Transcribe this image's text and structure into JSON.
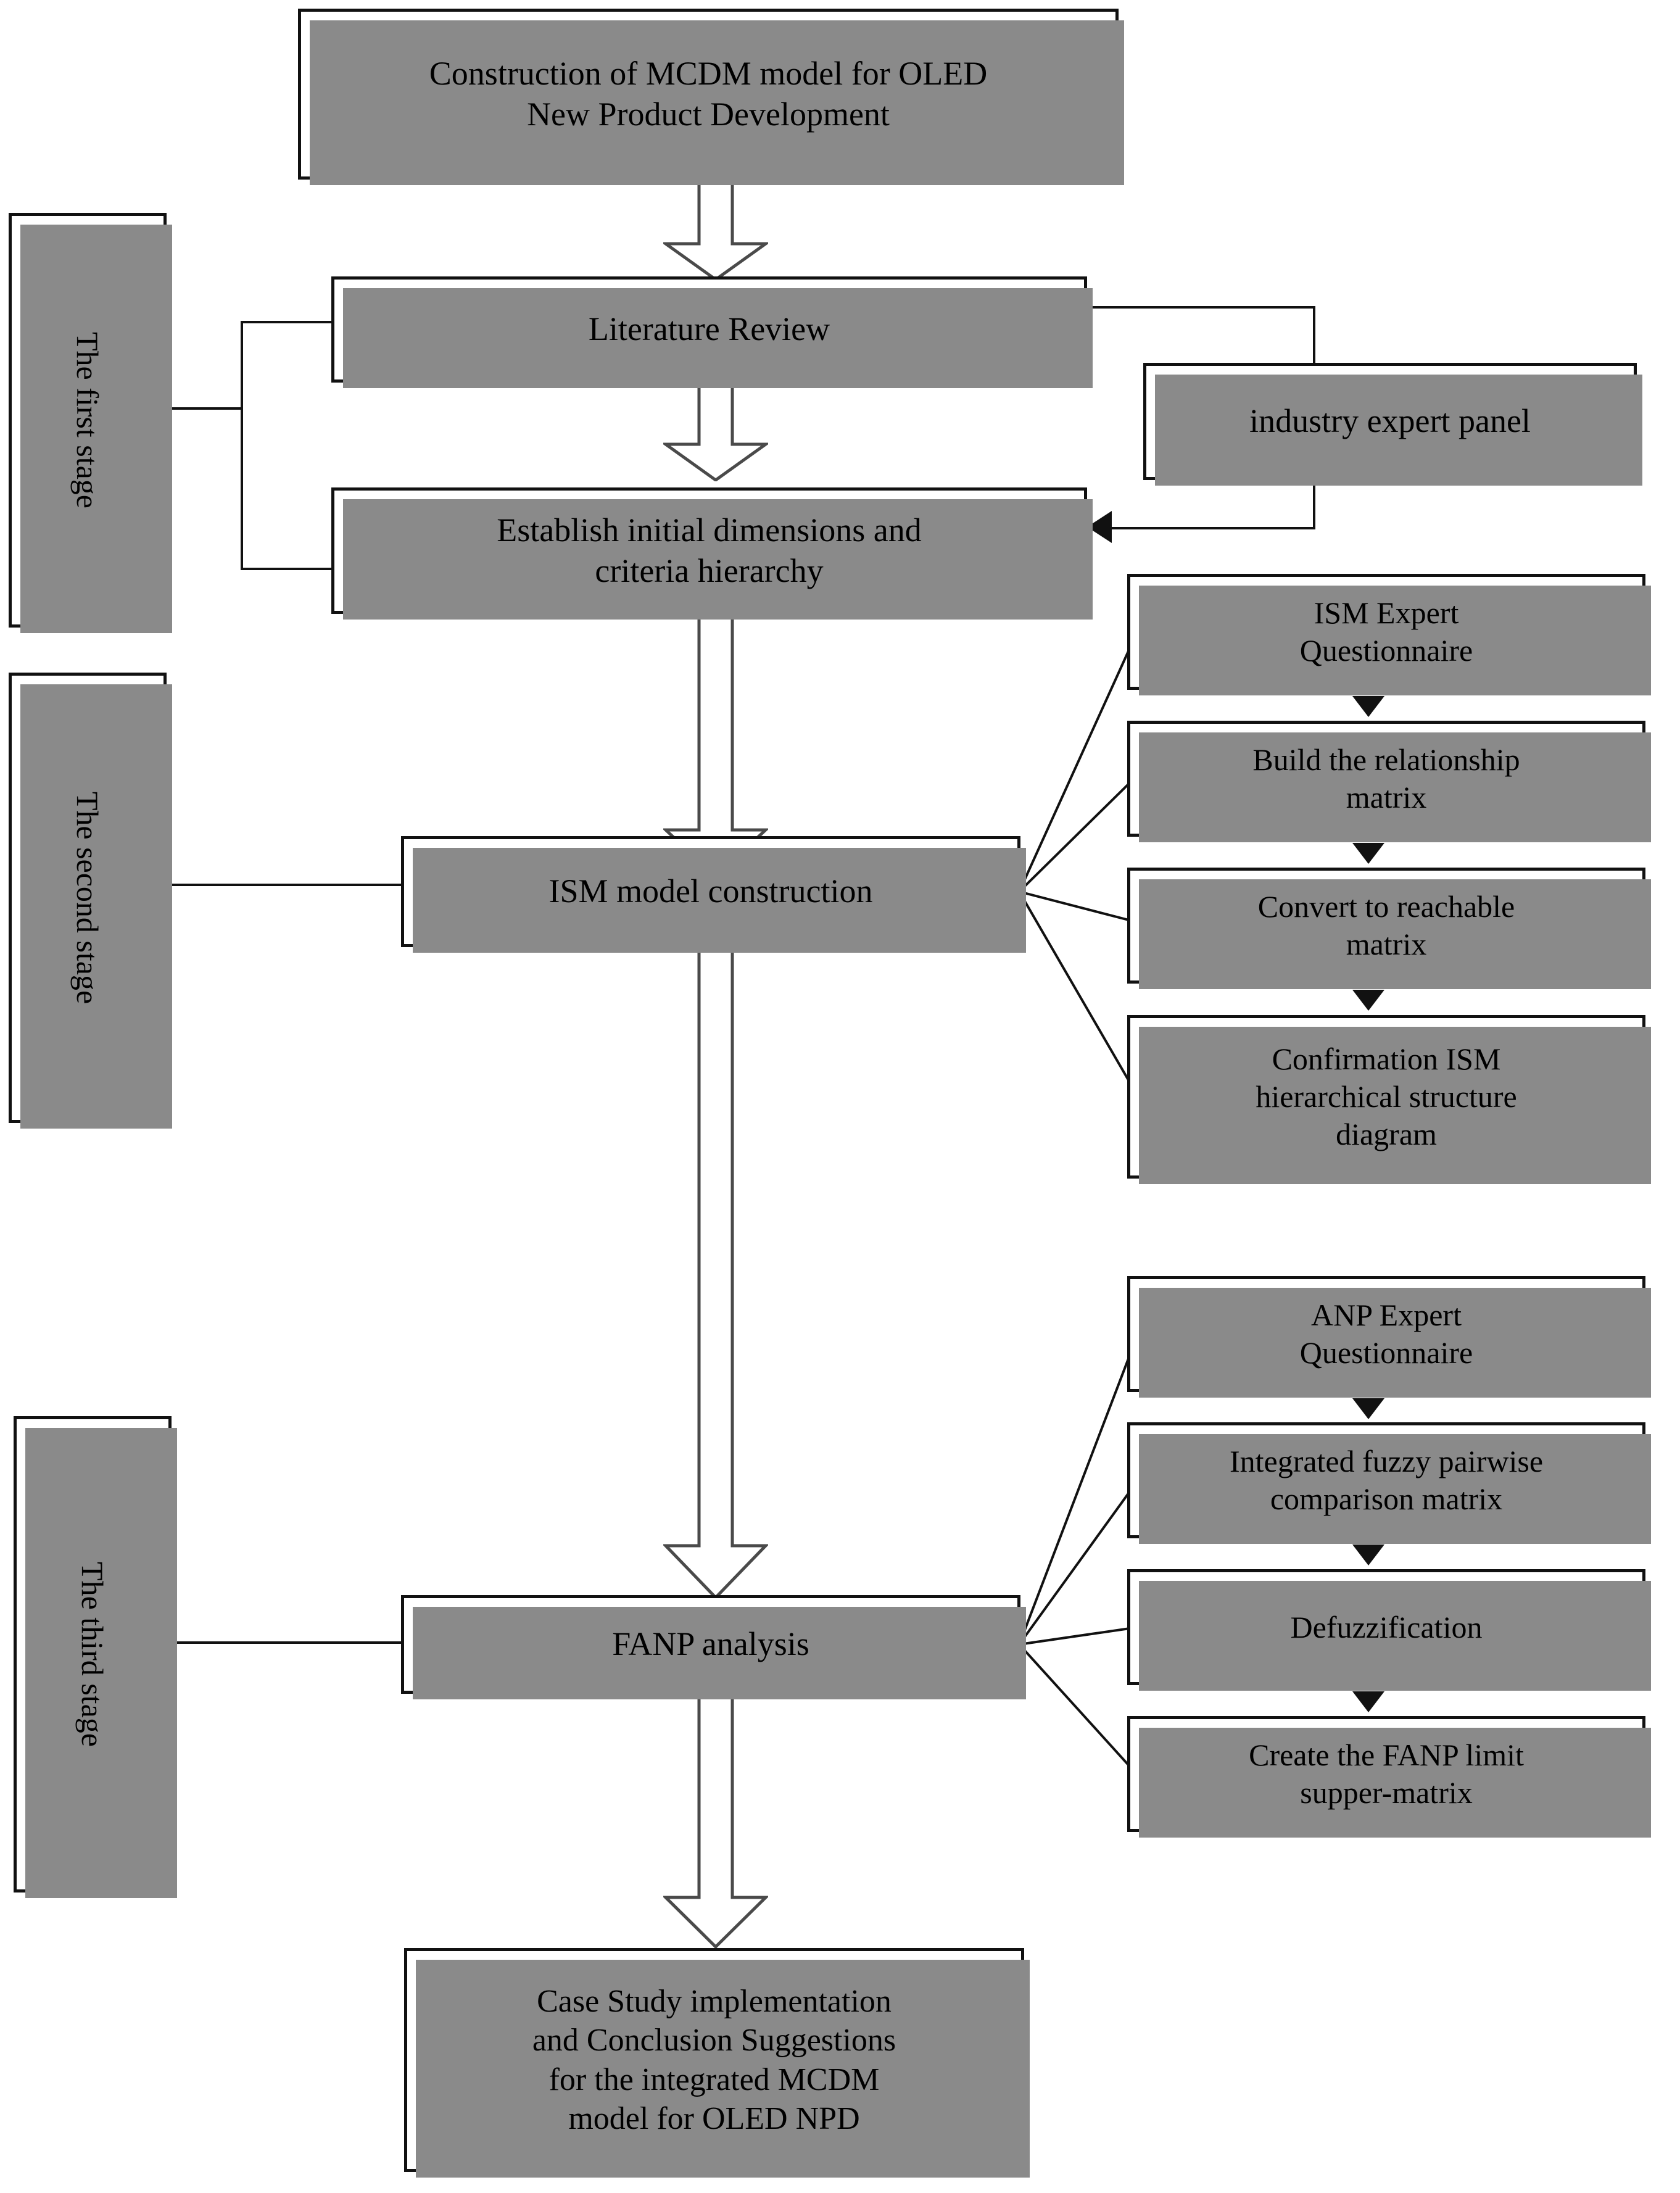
{
  "diagram": {
    "title": "Construction of MCDM model for OLED New Product Development flowchart",
    "stages": [
      {
        "id": "first",
        "label": "The first stage"
      },
      {
        "id": "second",
        "label": "The second stage"
      },
      {
        "id": "third",
        "label": "The third stage"
      }
    ],
    "nodes": {
      "root": {
        "line1": "Construction of MCDM model for OLED",
        "line2": "New Product Development"
      },
      "literature": {
        "label": "Literature Review"
      },
      "expert_panel": {
        "label": "industry expert panel"
      },
      "establish": {
        "line1": "Establish initial dimensions and",
        "line2": "criteria hierarchy"
      },
      "ism_model": {
        "label": "ISM model construction"
      },
      "fanp": {
        "label": "FANP analysis"
      },
      "case_study": {
        "line1": "Case Study implementation",
        "line2": "and Conclusion Suggestions",
        "line3": "for the integrated MCDM",
        "line4": "model for OLED NPD"
      }
    },
    "ism_steps": [
      {
        "line1": "ISM Expert",
        "line2": "Questionnaire"
      },
      {
        "line1": "Build the relationship",
        "line2": "matrix"
      },
      {
        "line1": "Convert to reachable",
        "line2": "matrix"
      },
      {
        "line1": "Confirmation ISM",
        "line2": "hierarchical structure",
        "line3": "diagram"
      }
    ],
    "fanp_steps": [
      {
        "line1": "ANP Expert",
        "line2": "Questionnaire"
      },
      {
        "line1": "Integrated fuzzy pairwise",
        "line2": "comparison matrix"
      },
      {
        "line1": "Defuzzification",
        "line2": ""
      },
      {
        "line1": "Create the FANP limit",
        "line2": "supper-matrix"
      }
    ],
    "colors": {
      "stroke": "#111111",
      "shadow": "#8a8a8a",
      "fill": "#ffffff",
      "text": "#000000"
    }
  }
}
